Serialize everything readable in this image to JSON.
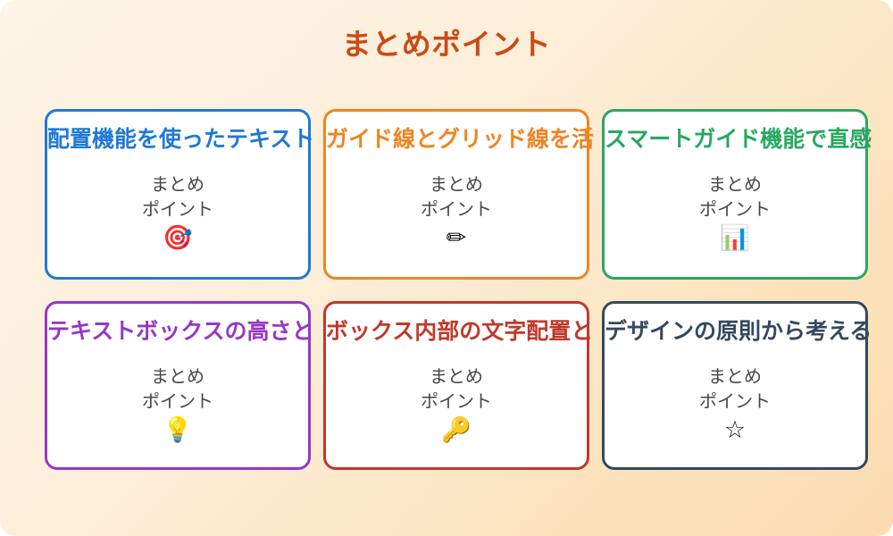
{
  "slide": {
    "title": "まとめポイント",
    "title_color": "#cc4a13",
    "background_from": "#fdf4e6",
    "background_to": "#fbdcb0"
  },
  "cards": [
    {
      "title": "配置機能を使ったテキスト",
      "body": "まとめ\nポイント",
      "icon": "target-dart-icon",
      "icon_glyph": "🎯",
      "accent": "#2079d6"
    },
    {
      "title": "ガイド線とグリッド線を活",
      "body": "まとめ\nポイント",
      "icon": "pencil-icon",
      "icon_glyph": "✏",
      "accent": "#ef8422"
    },
    {
      "title": "スマートガイド機能で直感",
      "body": "まとめ\nポイント",
      "icon": "bar-chart-icon",
      "icon_glyph": "📊",
      "accent": "#28a862"
    },
    {
      "title": "テキストボックスの高さと",
      "body": "まとめ\nポイント",
      "icon": "light-bulb-icon",
      "icon_glyph": "💡",
      "accent": "#9637c4"
    },
    {
      "title": "ボックス内部の文字配置と",
      "body": "まとめ\nポイント",
      "icon": "key-icon",
      "icon_glyph": "🔑",
      "accent": "#c0392b"
    },
    {
      "title": "デザインの原則から考える",
      "body": "まとめ\nポイント",
      "icon": "star-icon",
      "icon_glyph": "☆",
      "accent": "#35495e"
    }
  ]
}
